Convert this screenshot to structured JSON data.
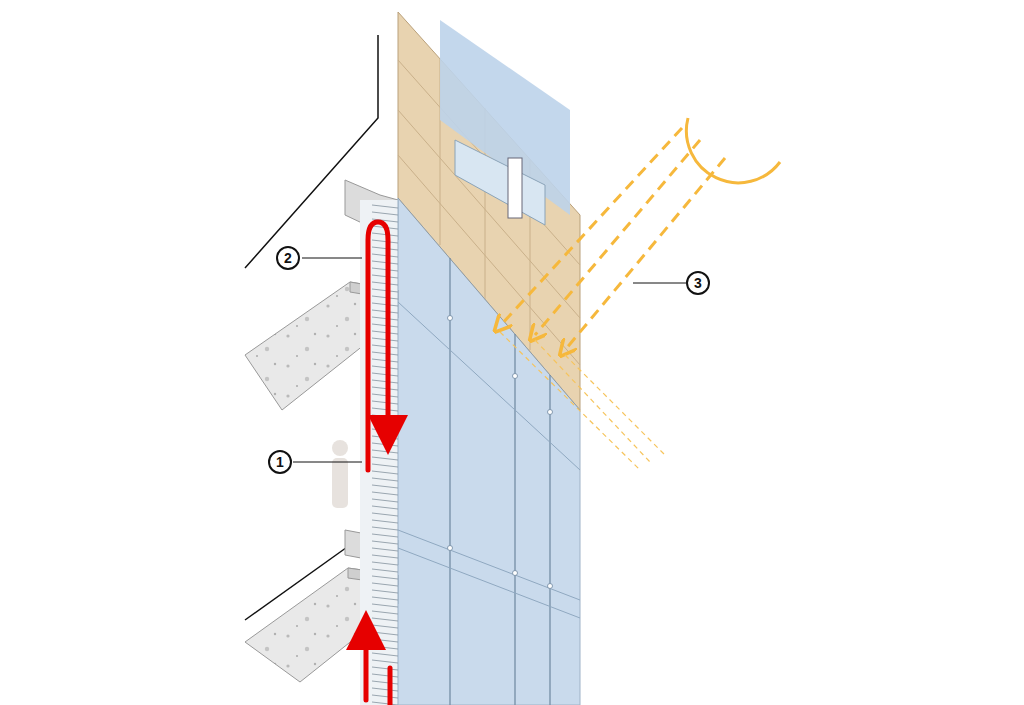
{
  "diagram": {
    "labels": [
      "2",
      "3",
      "1"
    ]
  }
}
